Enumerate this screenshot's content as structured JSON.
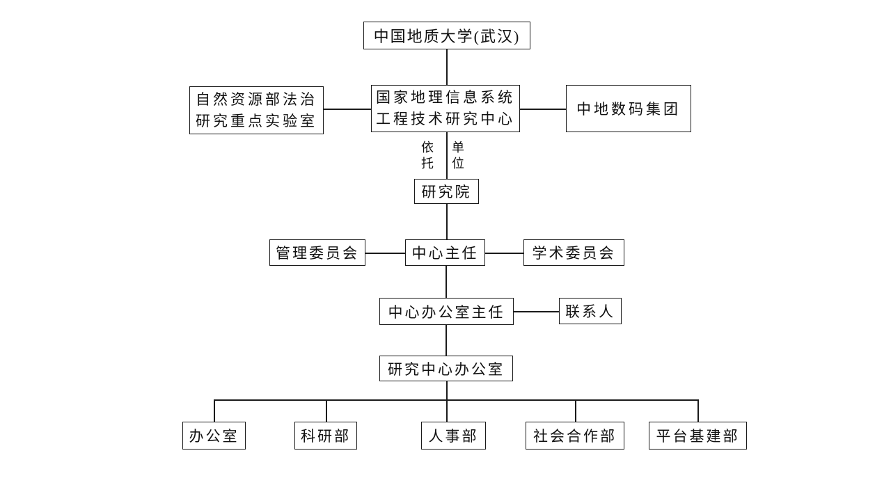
{
  "page": {
    "background": "#ffffff"
  },
  "diagram": {
    "type": "org-chart",
    "title": "",
    "line_color": "#1a1a1a",
    "box_fill": "#ffffff",
    "text_color": "#111111",
    "nodes": {
      "university": {
        "label": "中国地质大学(武汉)"
      },
      "lab": {
        "line1": "自然资源部法治",
        "line2": "研究重点实验室"
      },
      "center": {
        "line1": "国家地理信息系统",
        "line2": "工程技术研究中心"
      },
      "group": {
        "label": "中地数码集团"
      },
      "institute": {
        "label": "研究院"
      },
      "management_committee": {
        "label": "管理委员会"
      },
      "center_director": {
        "label": "中心主任"
      },
      "academic_committee": {
        "label": "学术委员会"
      },
      "office_director": {
        "label": "中心办公室主任"
      },
      "contact_person": {
        "label": "联系人"
      },
      "center_office": {
        "label": "研究中心办公室"
      },
      "departments": [
        {
          "label": "办公室"
        },
        {
          "label": "科研部"
        },
        {
          "label": "人事部"
        },
        {
          "label": "社会合作部"
        },
        {
          "label": "平台基建部"
        }
      ]
    },
    "edge_labels": {
      "left": "依托",
      "right": "单位"
    },
    "edges": [
      {
        "from": "university",
        "to": "center"
      },
      {
        "from": "lab",
        "to": "center"
      },
      {
        "from": "center",
        "to": "group"
      },
      {
        "from": "center",
        "to": "institute",
        "label": "依托单位"
      },
      {
        "from": "institute",
        "to": "center_director"
      },
      {
        "from": "management_committee",
        "to": "center_director"
      },
      {
        "from": "center_director",
        "to": "academic_committee"
      },
      {
        "from": "center_director",
        "to": "office_director"
      },
      {
        "from": "office_director",
        "to": "contact_person"
      },
      {
        "from": "office_director",
        "to": "center_office"
      },
      {
        "from": "center_office",
        "to": "办公室"
      },
      {
        "from": "center_office",
        "to": "科研部"
      },
      {
        "from": "center_office",
        "to": "人事部"
      },
      {
        "from": "center_office",
        "to": "社会合作部"
      },
      {
        "from": "center_office",
        "to": "平台基建部"
      }
    ]
  }
}
